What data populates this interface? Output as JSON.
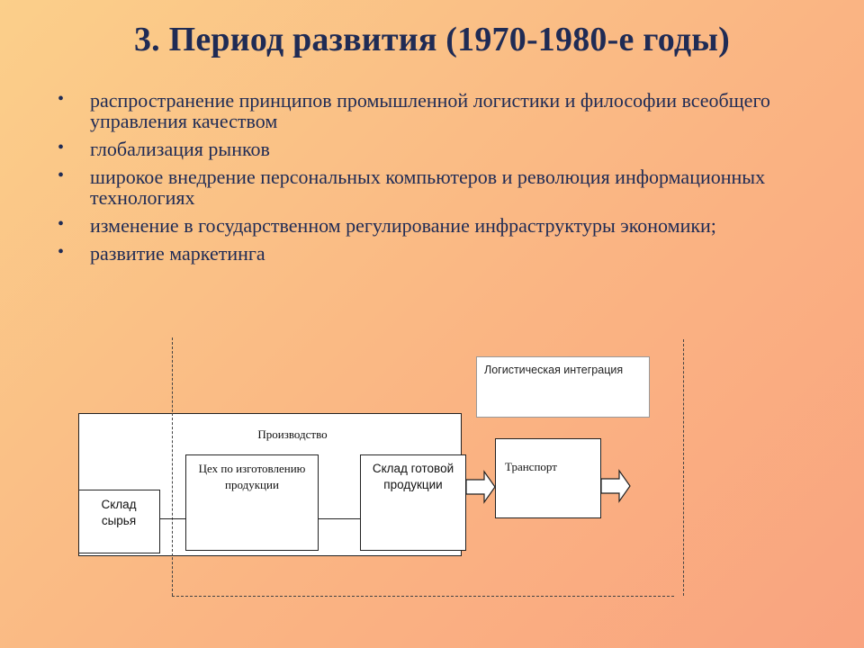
{
  "slide": {
    "title": "3. Период развития (1970-1980-е годы)",
    "bullet_symbol": "•",
    "bullets": [
      "распространение принципов промышленной логистики и философии всеобщего управления качеством",
      "глобализация рынков",
      "широкое внедрение персональных компьютеров и революция информационных технологиях",
      "изменение в государственном регулирование инфраструктуры экономики;",
      "развитие маркетинга"
    ]
  },
  "diagram": {
    "logistics_integration": "Логистическая интеграция",
    "production": "Производство",
    "raw_warehouse": "Склад сырья",
    "workshop": "Цех по изготовлению продукции",
    "finished_warehouse": "Склад готовой продукции",
    "transport": "Транспорт"
  }
}
